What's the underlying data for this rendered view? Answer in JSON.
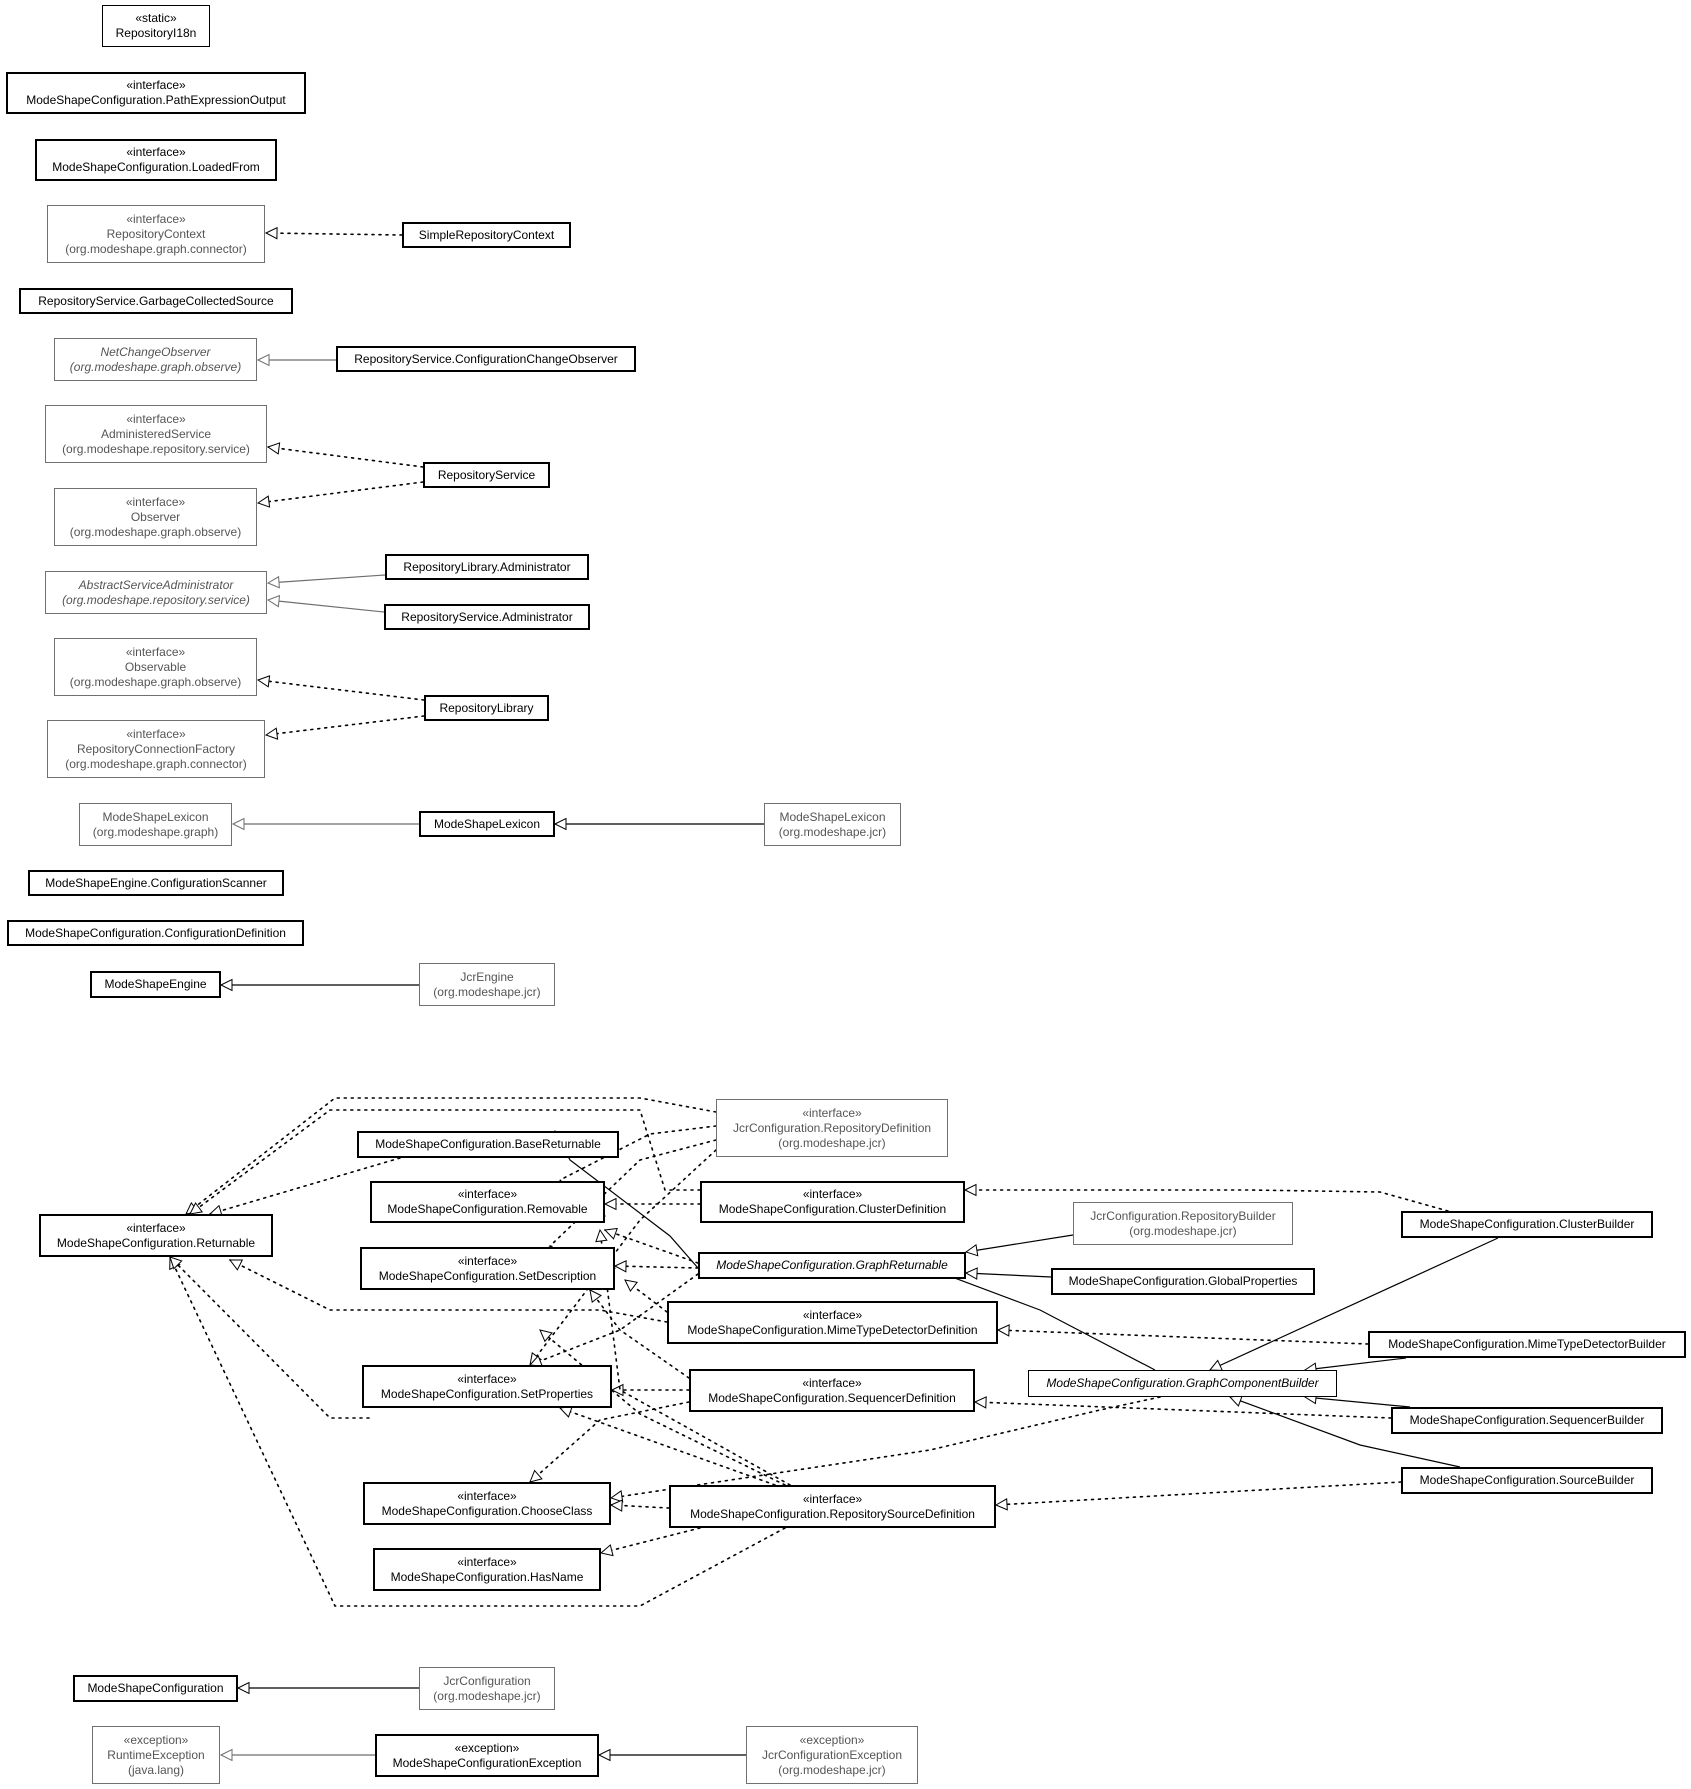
{
  "nodes": {
    "n01": {
      "lines": [
        "«static»",
        "RepositoryI18n"
      ]
    },
    "n02": {
      "lines": [
        "«interface»",
        "ModeShapeConfiguration.PathExpressionOutput"
      ]
    },
    "n03": {
      "lines": [
        "«interface»",
        "ModeShapeConfiguration.LoadedFrom"
      ]
    },
    "n04": {
      "lines": [
        "«interface»",
        "RepositoryContext",
        "(org.modeshape.graph.connector)"
      ]
    },
    "n05": {
      "lines": [
        "SimpleRepositoryContext"
      ]
    },
    "n06": {
      "lines": [
        "RepositoryService.GarbageCollectedSource"
      ]
    },
    "n07": {
      "lines": [
        "NetChangeObserver",
        "(org.modeshape.graph.observe)"
      ]
    },
    "n08": {
      "lines": [
        "RepositoryService.ConfigurationChangeObserver"
      ]
    },
    "n09": {
      "lines": [
        "«interface»",
        "AdministeredService",
        "(org.modeshape.repository.service)"
      ]
    },
    "n10": {
      "lines": [
        "RepositoryService"
      ]
    },
    "n11": {
      "lines": [
        "«interface»",
        "Observer",
        "(org.modeshape.graph.observe)"
      ]
    },
    "n12": {
      "lines": [
        "AbstractServiceAdministrator",
        "(org.modeshape.repository.service)"
      ]
    },
    "n13": {
      "lines": [
        "RepositoryLibrary.Administrator"
      ]
    },
    "n14": {
      "lines": [
        "RepositoryService.Administrator"
      ]
    },
    "n15": {
      "lines": [
        "«interface»",
        "Observable",
        "(org.modeshape.graph.observe)"
      ]
    },
    "n16": {
      "lines": [
        "RepositoryLibrary"
      ]
    },
    "n17": {
      "lines": [
        "«interface»",
        "RepositoryConnectionFactory",
        "(org.modeshape.graph.connector)"
      ]
    },
    "n18": {
      "lines": [
        "ModeShapeLexicon",
        "(org.modeshape.graph)"
      ]
    },
    "n19": {
      "lines": [
        "ModeShapeLexicon"
      ]
    },
    "n20": {
      "lines": [
        "ModeShapeLexicon",
        "(org.modeshape.jcr)"
      ]
    },
    "n21": {
      "lines": [
        "ModeShapeEngine.ConfigurationScanner"
      ]
    },
    "n22": {
      "lines": [
        "ModeShapeConfiguration.ConfigurationDefinition"
      ]
    },
    "n23": {
      "lines": [
        "ModeShapeEngine"
      ]
    },
    "n24": {
      "lines": [
        "JcrEngine",
        "(org.modeshape.jcr)"
      ]
    },
    "n25": {
      "lines": [
        "«interface»",
        "JcrConfiguration.RepositoryDefinition",
        "(org.modeshape.jcr)"
      ]
    },
    "n26": {
      "lines": [
        "ModeShapeConfiguration.BaseReturnable"
      ]
    },
    "n27": {
      "lines": [
        "«interface»",
        "ModeShapeConfiguration.Removable"
      ]
    },
    "n28": {
      "lines": [
        "«interface»",
        "ModeShapeConfiguration.ClusterDefinition"
      ]
    },
    "n29": {
      "lines": [
        "JcrConfiguration.RepositoryBuilder",
        "(org.modeshape.jcr)"
      ]
    },
    "n30": {
      "lines": [
        "«interface»",
        "ModeShapeConfiguration.Returnable"
      ]
    },
    "n31": {
      "lines": [
        "ModeShapeConfiguration.ClusterBuilder"
      ]
    },
    "n32": {
      "lines": [
        "«interface»",
        "ModeShapeConfiguration.SetDescription"
      ]
    },
    "n33": {
      "lines": [
        "ModeShapeConfiguration.GraphReturnable"
      ]
    },
    "n34": {
      "lines": [
        "ModeShapeConfiguration.GlobalProperties"
      ]
    },
    "n35": {
      "lines": [
        "«interface»",
        "ModeShapeConfiguration.MimeTypeDetectorDefinition"
      ]
    },
    "n36": {
      "lines": [
        "ModeShapeConfiguration.MimeTypeDetectorBuilder"
      ]
    },
    "n37": {
      "lines": [
        "«interface»",
        "ModeShapeConfiguration.SetProperties"
      ]
    },
    "n38": {
      "lines": [
        "«interface»",
        "ModeShapeConfiguration.SequencerDefinition"
      ]
    },
    "n39": {
      "lines": [
        "ModeShapeConfiguration.GraphComponentBuilder"
      ]
    },
    "n40": {
      "lines": [
        "ModeShapeConfiguration.SequencerBuilder"
      ]
    },
    "n41": {
      "lines": [
        "«interface»",
        "ModeShapeConfiguration.ChooseClass"
      ]
    },
    "n42": {
      "lines": [
        "«interface»",
        "ModeShapeConfiguration.RepositorySourceDefinition"
      ]
    },
    "n43": {
      "lines": [
        "ModeShapeConfiguration.SourceBuilder"
      ]
    },
    "n44": {
      "lines": [
        "«interface»",
        "ModeShapeConfiguration.HasName"
      ]
    },
    "n45": {
      "lines": [
        "ModeShapeConfiguration"
      ]
    },
    "n46": {
      "lines": [
        "JcrConfiguration",
        "(org.modeshape.jcr)"
      ]
    },
    "n47": {
      "lines": [
        "«exception»",
        "RuntimeException",
        "(java.lang)"
      ]
    },
    "n48": {
      "lines": [
        "«exception»",
        "ModeShapeConfigurationException"
      ]
    },
    "n49": {
      "lines": [
        "«exception»",
        "JcrConfigurationException",
        "(org.modeshape.jcr)"
      ]
    }
  }
}
